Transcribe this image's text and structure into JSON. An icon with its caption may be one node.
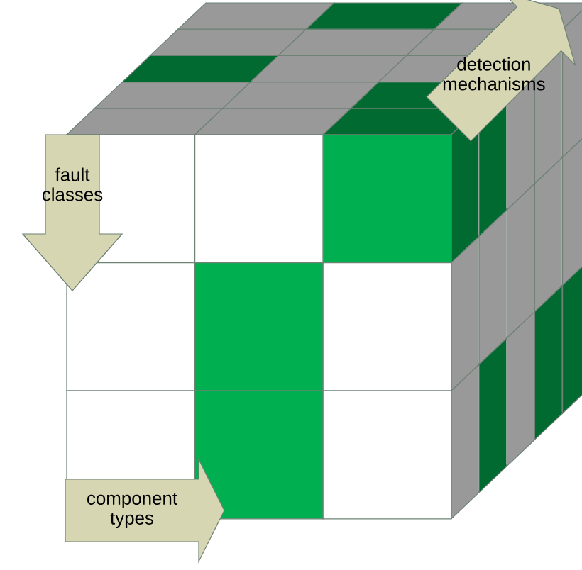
{
  "diagram": {
    "labels": [
      "fault classes",
      "component types",
      "detection mechanisms"
    ]
  }
}
